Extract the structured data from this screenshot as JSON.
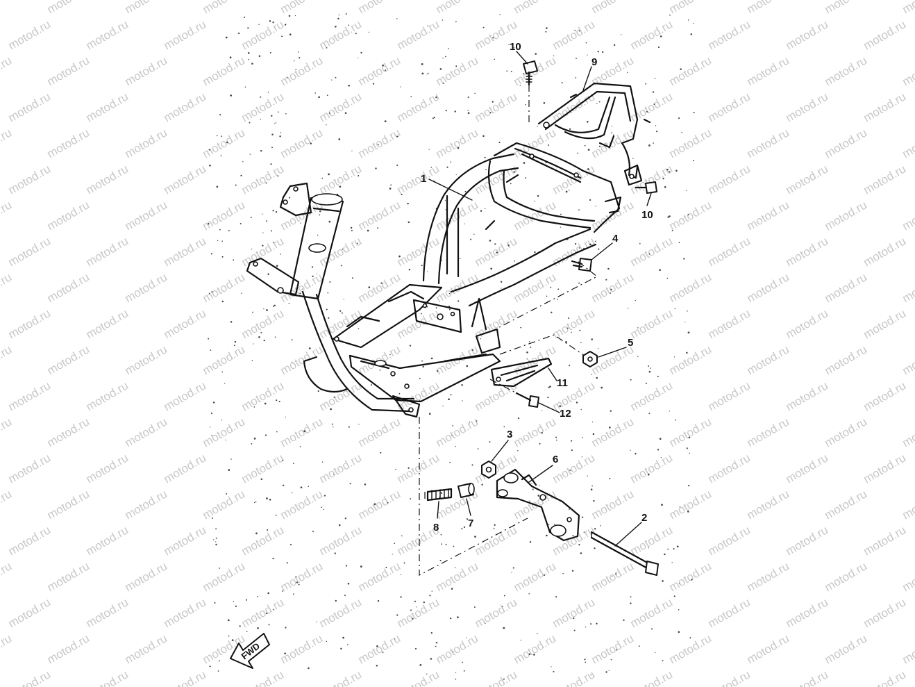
{
  "watermark": {
    "text": "motod.ru",
    "color": "#c8c8c8"
  },
  "ink_color": "#111111",
  "background_color": "#ffffff",
  "direction_marker": {
    "text": "FWD"
  },
  "callouts": [
    {
      "id": "1",
      "label": "1"
    },
    {
      "id": "2",
      "label": "2"
    },
    {
      "id": "3",
      "label": "3"
    },
    {
      "id": "4",
      "label": "4"
    },
    {
      "id": "5",
      "label": "5"
    },
    {
      "id": "6",
      "label": "6"
    },
    {
      "id": "7",
      "label": "7"
    },
    {
      "id": "8",
      "label": "8"
    },
    {
      "id": "9",
      "label": "9"
    },
    {
      "id": "10a",
      "label": "10"
    },
    {
      "id": "10b",
      "label": "10"
    },
    {
      "id": "11",
      "label": "11"
    },
    {
      "id": "12",
      "label": "12"
    }
  ]
}
